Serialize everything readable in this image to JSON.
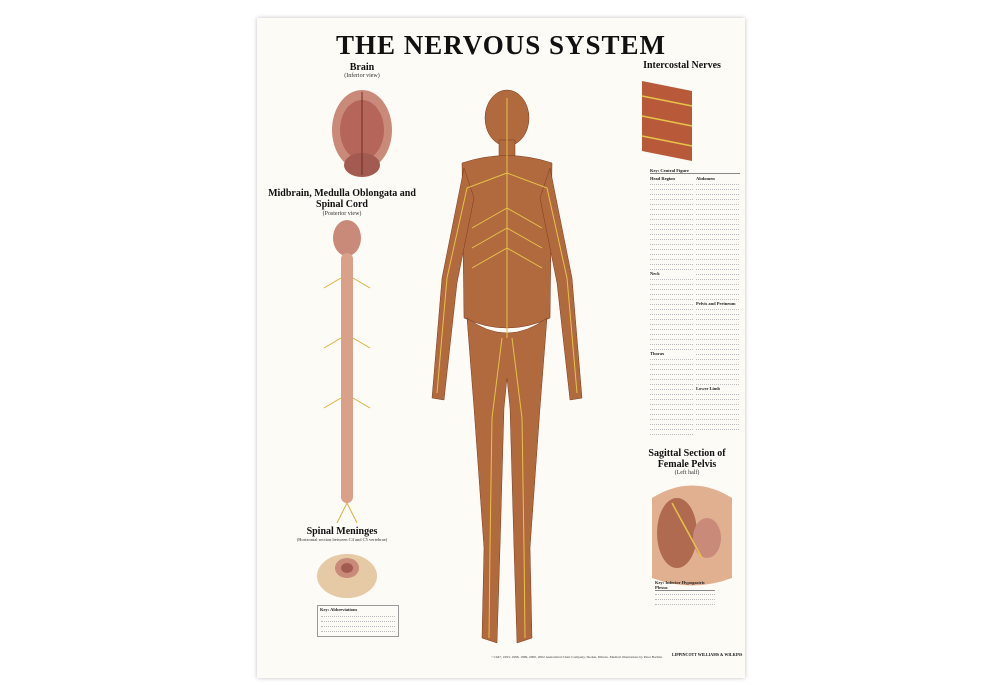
{
  "title": "THE NERVOUS SYSTEM",
  "brain": {
    "heading": "Brain",
    "subheading": "(Inferior view)"
  },
  "midbrain": {
    "heading": "Midbrain, Medulla Oblongata and Spinal Cord",
    "subheading": "(Posterior view)"
  },
  "meninges": {
    "heading": "Spinal Meninges",
    "subheading": "(Horizontal section between C4 and C5 vertebrae)",
    "key_heading": "Key: Abbreviations"
  },
  "intercostal": {
    "heading": "Intercostal Nerves"
  },
  "key_central": {
    "heading": "Key: Central Figure",
    "col1": [
      "Head Region",
      "Neck",
      "Thorax"
    ],
    "col2": [
      "Abdomen",
      "Pelvis and Perineum",
      "Lower Limb"
    ]
  },
  "pelvis": {
    "heading": "Sagittal Section of Female Pelvis",
    "subheading": "(Left half)",
    "key_heading": "Key: Inferior Hypogastric Plexus"
  },
  "footer": {
    "copyright": "©1947, 1993, 1996, 1999, 2000, 2002 Anatomical Chart Company, Skokie, Illinois. Medical illustrations by Peter Bachin.",
    "publisher": "LIPPINCOTT WILLIAMS & WILKINS"
  },
  "colors": {
    "nerve": "#d9b23a",
    "muscle": "#9c4a2a",
    "skin": "#c98a5a",
    "background": "#fdfbf6"
  }
}
